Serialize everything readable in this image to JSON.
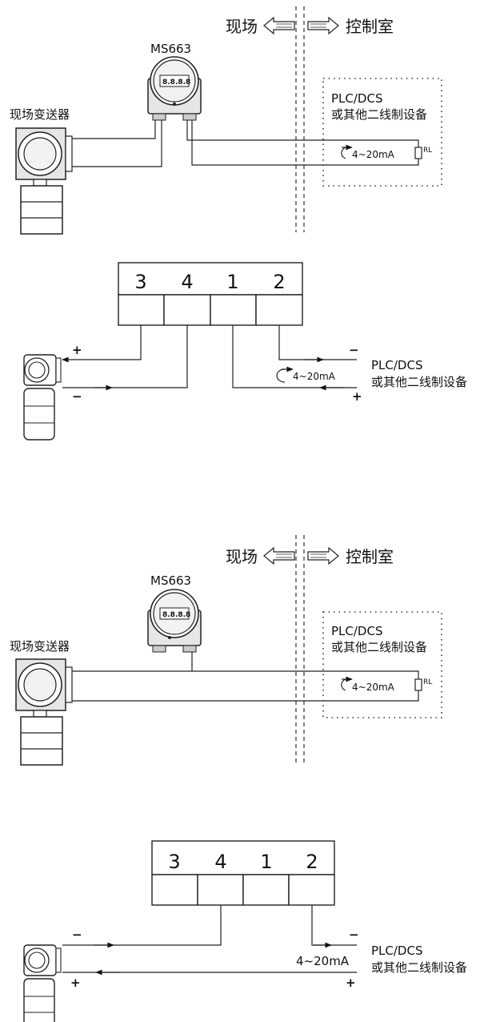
{
  "wiring_a": {
    "field_label": "现场",
    "control_label": "控制室",
    "device_model": "MS663",
    "transmitter_label": "现场变送器",
    "plc_line1": "PLC/DCS",
    "plc_line2": "或其他二线制设备",
    "current_label": "4~20mA",
    "resistor_label": "RL"
  },
  "terminal_a": {
    "terminals": [
      "3",
      "4",
      "1",
      "2"
    ],
    "plus": "+",
    "minus": "−",
    "current_label": "4~20mA",
    "plc_line1": "PLC/DCS",
    "plc_line2": "或其他二线制设备"
  },
  "wiring_b": {
    "field_label": "现场",
    "control_label": "控制室",
    "device_model": "MS663",
    "transmitter_label": "现场变送器",
    "plc_line1": "PLC/DCS",
    "plc_line2": "或其他二线制设备",
    "current_label": "4~20mA",
    "resistor_label": "RL"
  },
  "terminal_b": {
    "terminals": [
      "3",
      "4",
      "1",
      "2"
    ],
    "plus": "+",
    "minus": "−",
    "current_label": "4~20mA",
    "plc_line1": "PLC/DCS",
    "plc_line2": "或其他二线制设备"
  }
}
